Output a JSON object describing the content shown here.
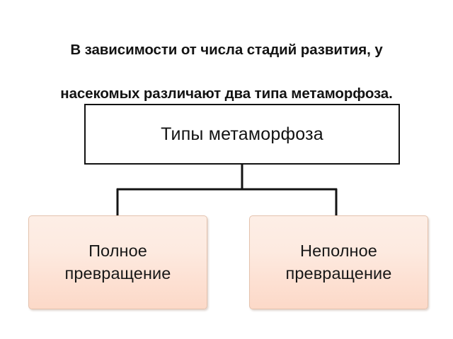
{
  "heading": {
    "line1": "В зависимости от числа стадий развития, у",
    "line2": "насекомых различают два типа метаморфоза."
  },
  "diagram": {
    "root": {
      "label": "Типы метаморфоза"
    },
    "children": [
      {
        "label": "Полное\nпревращение"
      },
      {
        "label": "Неполное\nпревращение"
      }
    ]
  },
  "colors": {
    "page_background": "#ffffff",
    "text": "#121212",
    "root_box_fill": "#ffffff",
    "root_box_border": "#121212",
    "leaf_box_fill_top": "#fdeee6",
    "leaf_box_fill_bottom": "#fcd9c8",
    "leaf_box_border": "#e4c3ae",
    "connector_line": "#131313"
  }
}
